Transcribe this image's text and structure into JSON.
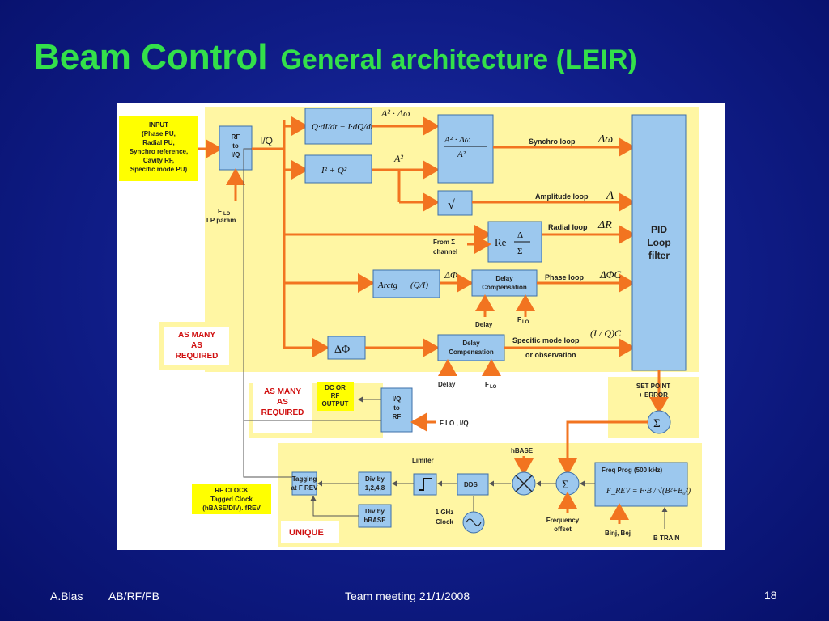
{
  "title": {
    "main": "Beam Control",
    "sub": "General architecture (LEIR)"
  },
  "footer": {
    "author": "A.Blas",
    "group": "AB/RF/FB",
    "event": "Team meeting 21/1/2008",
    "page": "18"
  },
  "diagram": {
    "input_box": [
      "INPUT",
      "(Phase PU,",
      "Radial PU,",
      "Synchro reference,",
      "Cavity RF,",
      "Specific mode PU)"
    ],
    "rf_iq": [
      "RF",
      "to",
      "I/Q"
    ],
    "iq_label": "I/Q",
    "flo_lp": [
      "F",
      "LO",
      "LP param"
    ],
    "formula_dw_top": "A² · Δω",
    "formula_ratio_num": "A² · Δω",
    "formula_ratio_den": "A²",
    "formula_a2": "A²",
    "formula_iq_sq": "I² + Q²",
    "formula_sqrt": "√",
    "formula_re": "Re",
    "formula_arctg": "Arctg",
    "synchro_loop": "Synchro loop",
    "amplitude_loop": "Amplitude loop",
    "radial_loop": "Radial loop",
    "phase_loop": "Phase loop",
    "specific_loop": "Specific mode loop",
    "or_observation": "or observation",
    "out_dw": "Δω",
    "out_a": "A",
    "out_dr": "ΔR",
    "out_dphic": "ΔΦC",
    "out_iqc": "(I / Q)C",
    "from_sigma": [
      "From Σ",
      "channel"
    ],
    "dphi": "ΔΦ",
    "delay_comp": [
      "Delay",
      "Compensation"
    ],
    "delay": "Delay",
    "flo": "F",
    "flo_sub": "LO",
    "pid": [
      "PID",
      "Loop",
      "filter"
    ],
    "as_many": [
      "AS MANY",
      "AS",
      "REQUIRED"
    ],
    "dc_or_rf": [
      "DC OR",
      "RF",
      "OUTPUT"
    ],
    "iq_to_rf": [
      "I/Q",
      "to",
      "RF"
    ],
    "flo_iq": "F LO , I/Q",
    "set_point": [
      "SET POINT",
      "+ ERROR"
    ],
    "hbase": "hBASE",
    "limiter": "Limiter",
    "tagging": [
      "Tagging",
      "at F REV"
    ],
    "div_by_1248": [
      "Div by",
      "1,2,4,8"
    ],
    "div_by_hbase": [
      "Div by",
      "hBASE"
    ],
    "dds": "DDS",
    "clock_1ghz": [
      "1 GHz",
      "Clock"
    ],
    "freq_offset": [
      "Frequency",
      "offset"
    ],
    "freq_prog": "Freq Prog (500 kHz)",
    "binj_bej": "Binj, Bej",
    "b_train": "B TRAIN",
    "rf_clock": [
      "RF CLOCK",
      "Tagged Clock",
      "(hBASE/DIV). fREV"
    ],
    "unique": "UNIQUE"
  }
}
